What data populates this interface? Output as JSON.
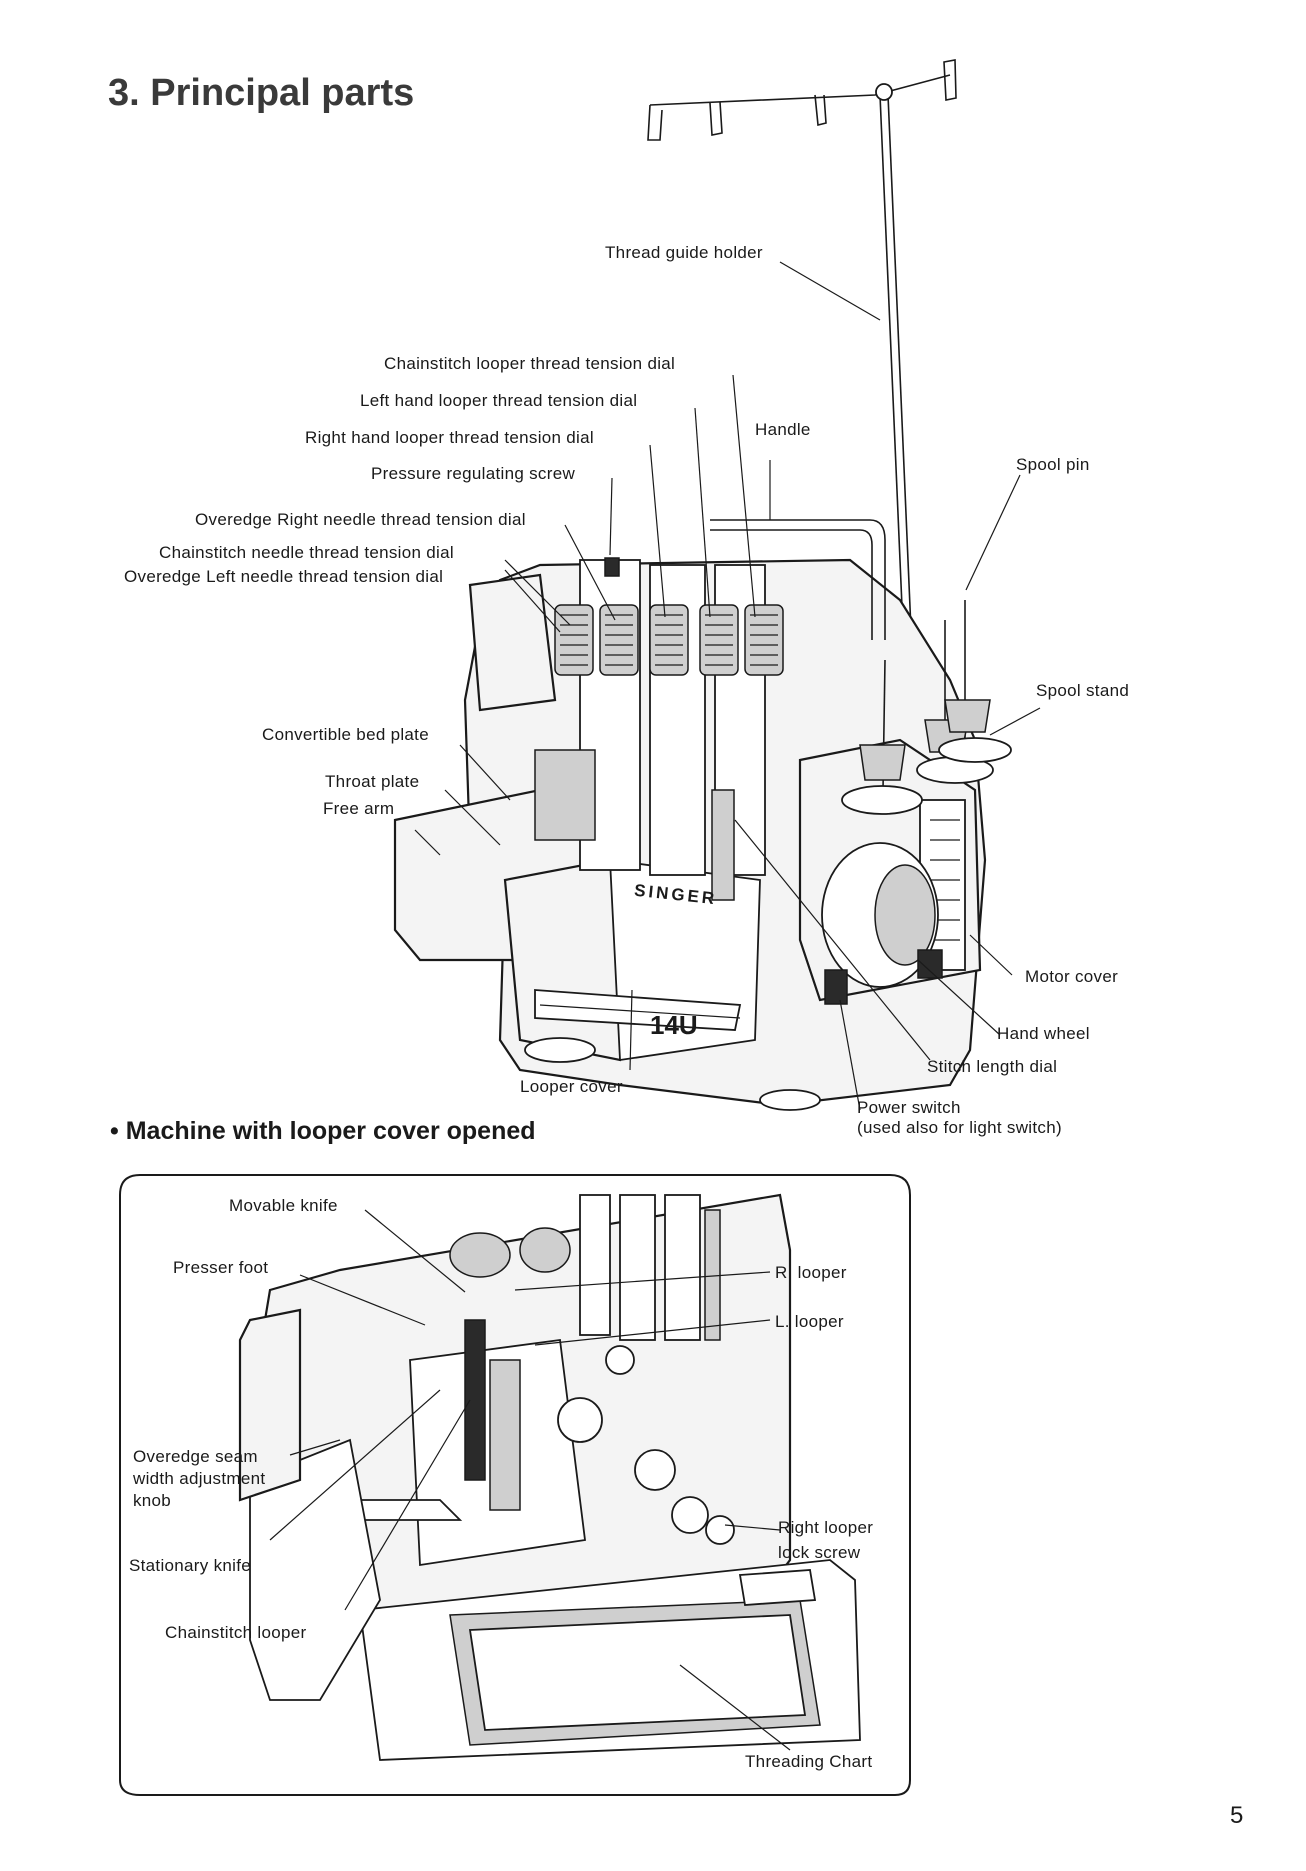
{
  "page": {
    "title": "3. Principal parts",
    "subtitle": "Machine with looper cover opened",
    "bullet": "•",
    "page_number": "5"
  },
  "machine": {
    "brand": "SINGER",
    "model": "14U"
  },
  "labels_main": {
    "thread_guide_holder": "Thread guide holder",
    "chainstitch_looper_dial": "Chainstitch looper thread tension dial",
    "left_looper_dial": "Left hand looper thread tension dial",
    "right_looper_dial": "Right hand looper thread tension dial",
    "handle": "Handle",
    "pressure_screw": "Pressure regulating screw",
    "spool_pin": "Spool pin",
    "overedge_right_needle": "Overedge Right needle thread tension dial",
    "chainstitch_needle": "Chainstitch needle thread tension dial",
    "overedge_left_needle": "Overedge Left needle thread tension dial",
    "spool_stand": "Spool stand",
    "convertible_bed": "Convertible bed plate",
    "throat_plate": "Throat plate",
    "free_arm": "Free arm",
    "motor_cover": "Motor cover",
    "hand_wheel": "Hand wheel",
    "stitch_length": "Stitch length dial",
    "looper_cover": "Looper cover",
    "power_switch_1": "Power switch",
    "power_switch_2": "(used also for light switch)"
  },
  "labels_detail": {
    "movable_knife": "Movable knife",
    "presser_foot": "Presser foot",
    "r_looper": "R. looper",
    "l_looper": "L. looper",
    "overedge_seam_1": "Overedge seam",
    "overedge_seam_2": "width adjustment",
    "overedge_seam_3": "knob",
    "right_looper_lock_1": "Right looper",
    "right_looper_lock_2": "lock screw",
    "stationary_knife": "Stationary knife",
    "chainstitch_looper": "Chainstitch looper",
    "threading_chart": "Threading Chart"
  }
}
